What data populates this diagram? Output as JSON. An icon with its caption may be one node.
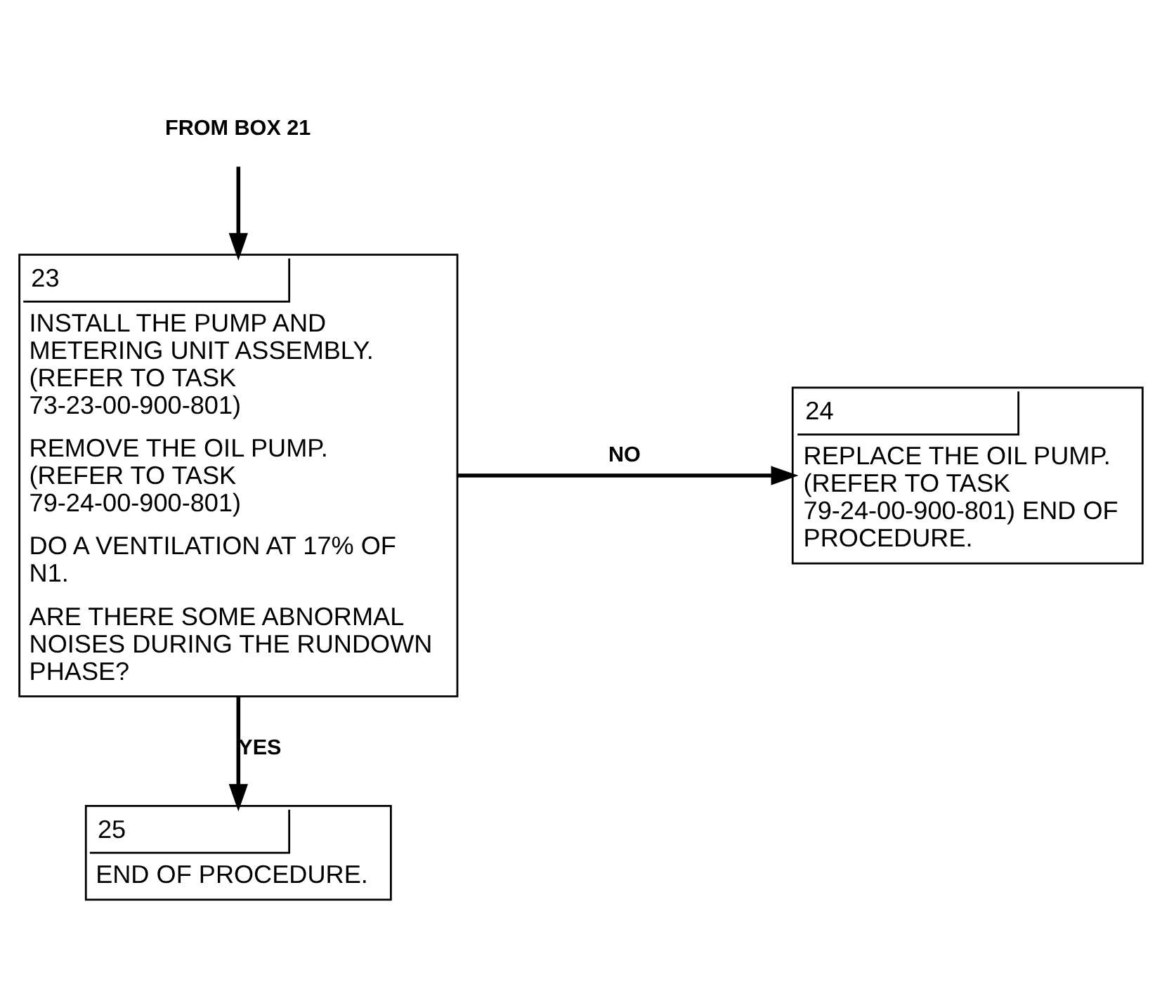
{
  "diagram": {
    "nodes": [
      {
        "text": [
          "FROM BOX 21"
        ]
      },
      {
        "text": [
          "23",
          "INSTALL THE PUMP AND METERING UNIT ASSEMBLY. (REFER TO TASK 73-23-00-900-801)",
          "REMOVE THE OIL PUMP. (REFER TO TASK 79-24-00-900-801)",
          "DO A VENTILATION AT 17% OF N1.",
          "ARE THERE SOME ABNORMAL NOISES DURING THE RUNDOWN PHASE?"
        ]
      },
      {
        "text": [
          "24",
          "REPLACE THE OIL PUMP. (REFER TO TASK 79-24-00-900-801) END OF PROCEDURE."
        ]
      },
      {
        "text": [
          "25",
          "END OF PROCEDURE."
        ]
      }
    ],
    "edges": [
      {
        "from": 0,
        "to": 1,
        "arrow": "to"
      },
      {
        "from": 1,
        "to": 2,
        "arrow": "to",
        "label": "NO"
      },
      {
        "from": 1,
        "to": 3,
        "arrow": "to",
        "label": "YES"
      }
    ]
  }
}
